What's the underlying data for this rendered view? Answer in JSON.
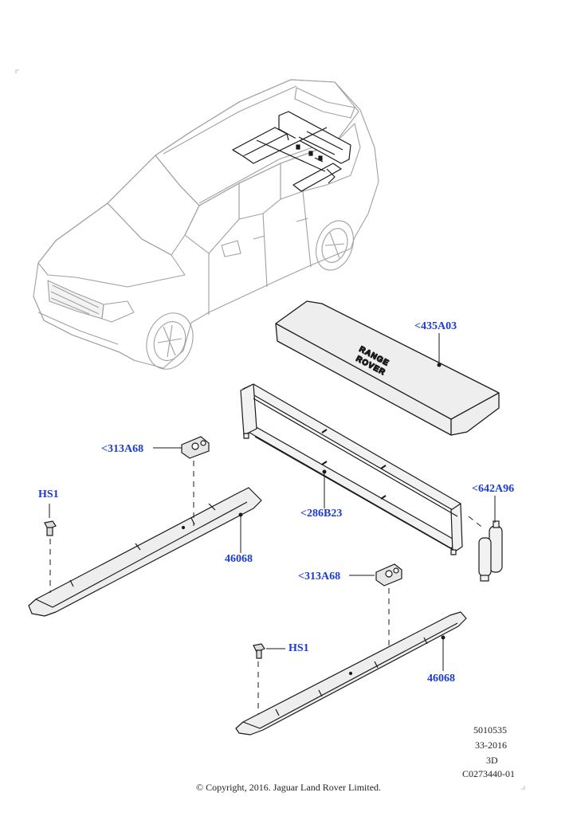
{
  "callouts": {
    "storage_case": "<435A03",
    "bracket_top": "<313A68",
    "hs1_left": "HS1",
    "rail_frame": "<286B23",
    "support_leg": "<642A96",
    "sill_left": "46068",
    "bracket_bottom": "<313A68",
    "hs1_right": "HS1",
    "sill_right": "46068"
  },
  "case_badge": {
    "line1": "RANGE",
    "line2": "ROVER"
  },
  "info_block": {
    "part_code": "5010535",
    "date_code": "33-2016",
    "view": "3D",
    "illustration_id": "C0273440-01"
  },
  "copyright": "© Copyright, 2016. Jaguar Land Rover Limited.",
  "colors": {
    "callout": "#1c3bd1",
    "line": "#1a1a1a",
    "vehicle_line": "#9a9a9a",
    "part_fill": "#eeeeee"
  }
}
